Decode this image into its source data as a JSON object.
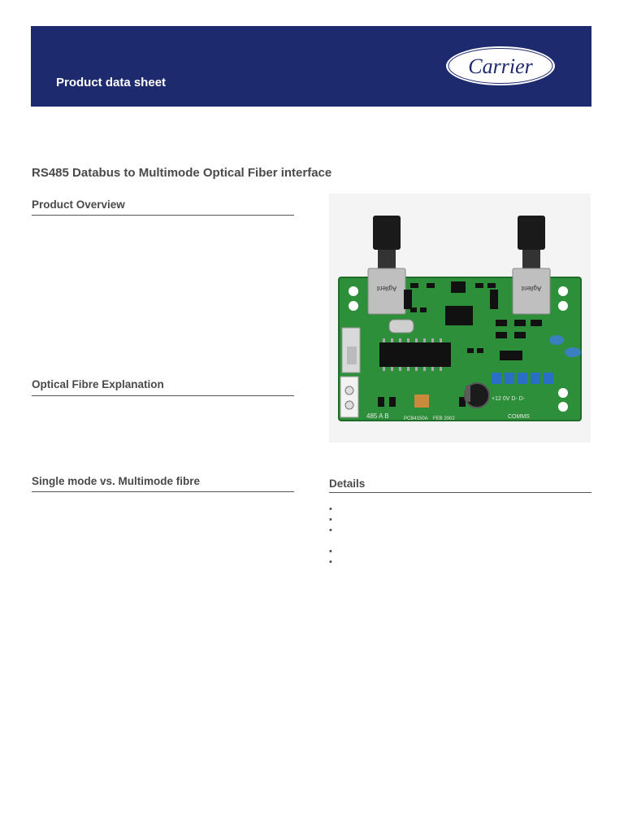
{
  "header": {
    "title": "Product data sheet",
    "logo_text": "Carrier",
    "background": "#1e2a6e"
  },
  "document": {
    "title": "RS485 Databus to Multimode Optical Fiber interface"
  },
  "sections": {
    "overview": "Product Overview",
    "optical": "Optical Fibre Explanation",
    "single_multi": "Single mode vs. Multimode fibre",
    "details": "Details"
  },
  "details": {
    "bullets": [
      "",
      "",
      "",
      "",
      ""
    ]
  },
  "photo": {
    "labels": {
      "conn_left": "Agilent",
      "conn_right": "Agilent",
      "bottom_left": "485 A B",
      "bottom_code": "PCB4150A",
      "bottom_date": "FEB 2002",
      "terminal_labels": "+12 0V D- D-",
      "comms": "COMMS"
    }
  }
}
